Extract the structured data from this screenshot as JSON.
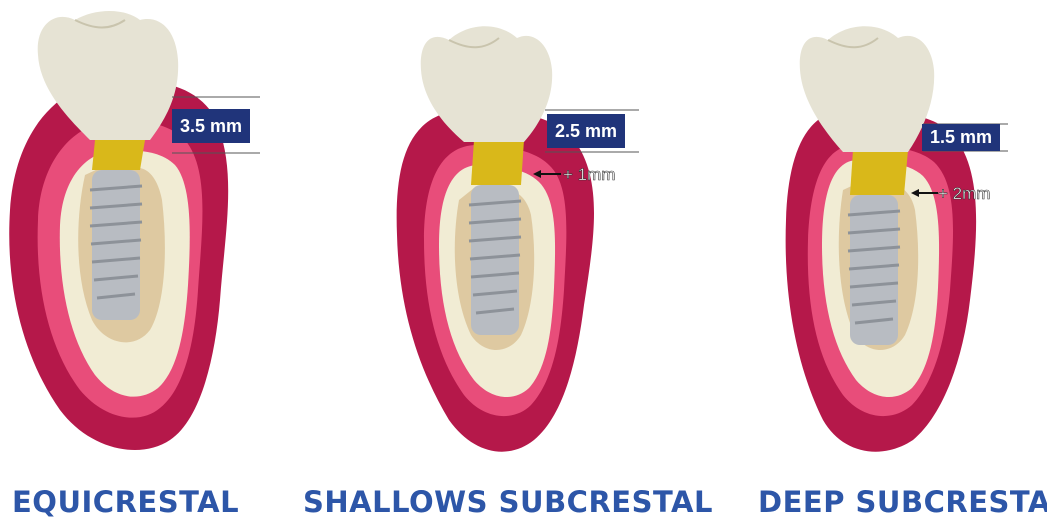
{
  "panels": [
    {
      "label": "3.5 mm",
      "offset": "",
      "caption": "EQUICRESTAL"
    },
    {
      "label": "2.5 mm",
      "offset": "+ 1mm",
      "caption": "SHALLOWS SUBCRESTAL"
    },
    {
      "label": "1.5 mm",
      "offset": "+ 2mm",
      "caption": "DEEP SUBCRESTAL"
    }
  ],
  "colors": {
    "gum_outer": "#b5184a",
    "gum_inner": "#e84d7a",
    "bone": "#f1ecd4",
    "bone_spongy": "#d9c193",
    "implant": "#b8bcc2",
    "abutment": "#d9b81a",
    "crown": "#e6e3d4",
    "label_bg": "#20347a",
    "caption": "#2d56a8"
  }
}
